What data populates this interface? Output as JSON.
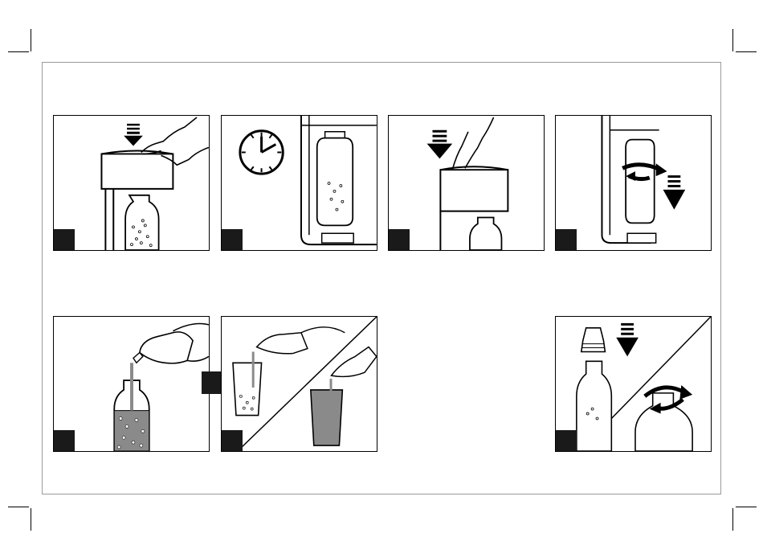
{
  "page": {
    "colors": {
      "ink": "#000000",
      "frame": "#9a9a9a",
      "step_marker": "#1a1a1a",
      "liquid": "#8a8a8a"
    }
  },
  "panels": [
    {
      "id": 1,
      "icons": [
        "press-down-arrow-icon",
        "hand-icon",
        "machine-icon",
        "bottle-icon"
      ]
    },
    {
      "id": 2,
      "icons": [
        "clock-icon",
        "machine-icon",
        "bottle-icon"
      ]
    },
    {
      "id": 3,
      "icons": [
        "press-down-arrow-icon",
        "hand-icon",
        "machine-icon",
        "bottle-icon"
      ]
    },
    {
      "id": 4,
      "icons": [
        "rotate-arrow-icon",
        "down-arrow-icon",
        "machine-icon",
        "bottle-icon"
      ]
    },
    {
      "id": 5,
      "icons": [
        "pour-icon",
        "hand-icon",
        "bottle-icon"
      ]
    },
    {
      "id": 6,
      "icons": [
        "pour-icon",
        "glass-icon",
        "hand-icon"
      ]
    },
    {
      "id": 7,
      "icons": [
        "cap-icon",
        "down-arrow-icon",
        "rotate-arrow-icon",
        "bottle-icon"
      ]
    }
  ]
}
